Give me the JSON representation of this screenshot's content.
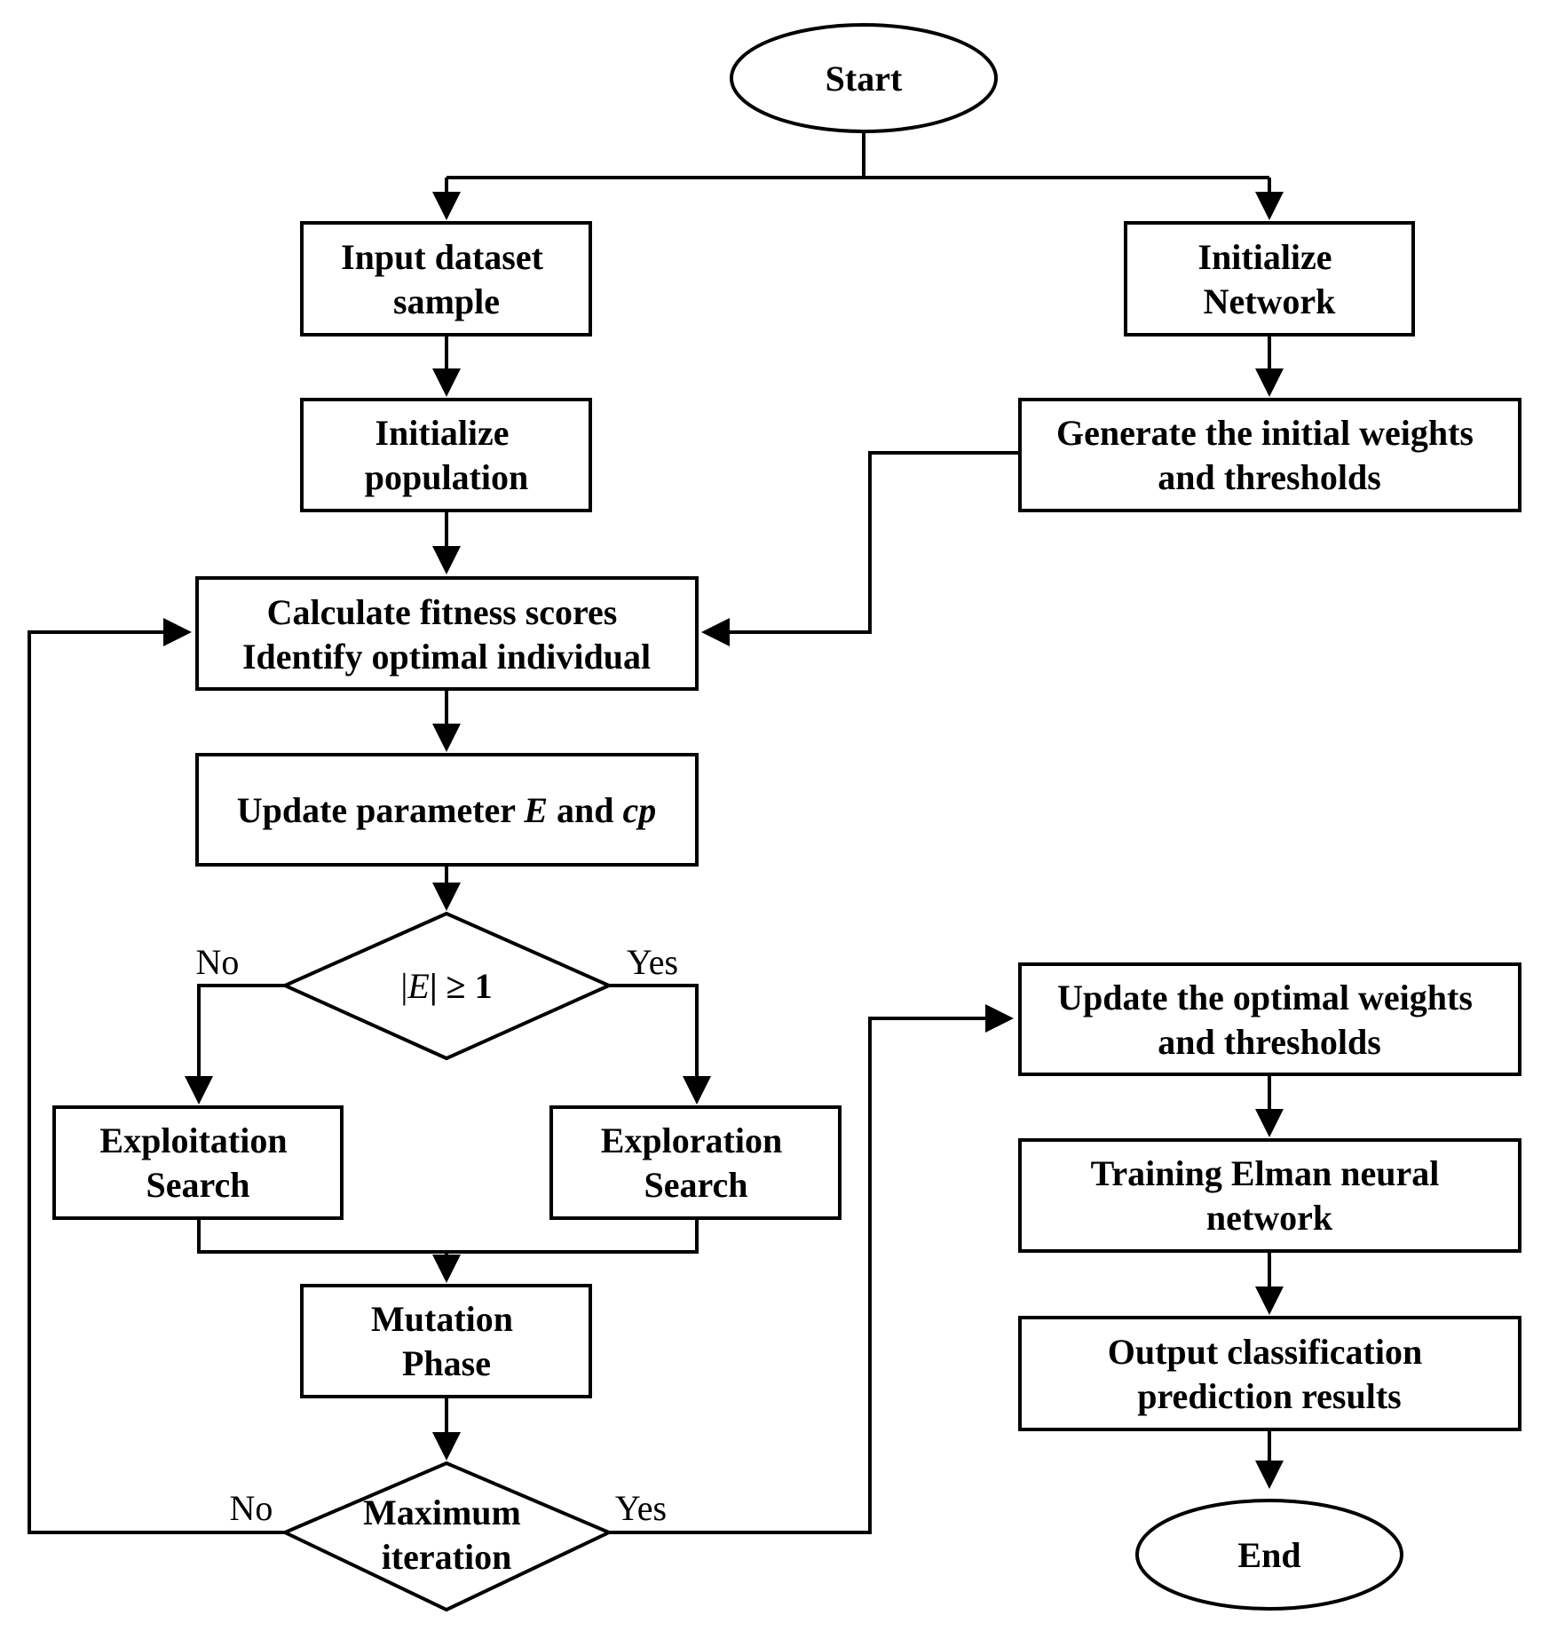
{
  "nodes": {
    "start": "Start",
    "input_dataset": [
      "Input dataset",
      "sample"
    ],
    "init_network": [
      "Initialize",
      "Network"
    ],
    "init_population": [
      "Initialize",
      "population"
    ],
    "gen_weights": [
      "Generate the initial weights",
      "and thresholds"
    ],
    "calc_fitness": [
      "Calculate fitness scores",
      "Identify optimal individual"
    ],
    "update_param": {
      "prefix": "Update parameter ",
      "var1": "E",
      "mid": " and ",
      "var2": "cp"
    },
    "decision_e": {
      "open": "|",
      "var": "E",
      "close": "| ≥ 1"
    },
    "exploitation": [
      "Exploitation",
      "Search"
    ],
    "exploration": [
      "Exploration",
      "Search"
    ],
    "mutation": [
      "Mutation",
      "Phase"
    ],
    "max_iter": [
      "Maximum",
      "iteration"
    ],
    "update_optimal": [
      "Update the optimal weights",
      "and thresholds"
    ],
    "train_elman": [
      "Training Elman neural",
      "network"
    ],
    "output_results": [
      "Output classification",
      "prediction results"
    ],
    "end": "End"
  },
  "edge_labels": {
    "decision_no": "No",
    "decision_yes": "Yes",
    "iter_no": "No",
    "iter_yes": "Yes"
  }
}
